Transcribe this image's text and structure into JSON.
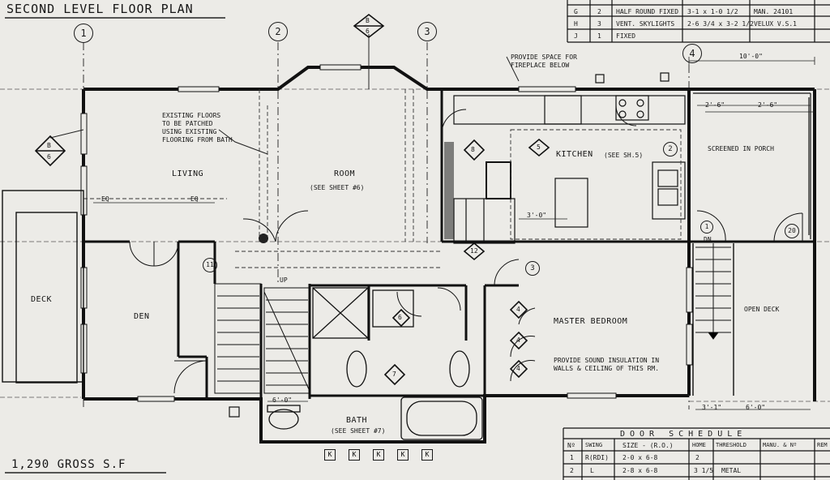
{
  "title": "SECOND LEVEL FLOOR PLAN",
  "gross_area": "1,290 GROSS S.F",
  "grid_markers": [
    "1",
    "2",
    "3",
    "4"
  ],
  "rooms": {
    "living": "LIVING",
    "room": "ROOM",
    "room_note": "(SEE SHEET #6)",
    "kitchen": "KITCHEN",
    "kitchen_note": "(SEE SH.5)",
    "screened_porch": "SCREENED IN PORCH",
    "deck": "DECK",
    "den": "DEN",
    "master_bedroom": "MASTER BEDROOM",
    "open_deck": "OPEN DECK",
    "bath": "BATH",
    "bath_note": "(SEE SHEET #7)"
  },
  "notes": {
    "existing_floors": "EXISTING FLOORS\nTO BE PATCHED\nUSING EXISTING\nFLOORING FROM BATH",
    "fireplace": "PROVIDE SPACE FOR\nFIREPLACE BELOW",
    "sound": "PROVIDE SOUND INSULATION IN\nWALLS & CEILING OF THIS RM.",
    "dim_top": "10'-0\"",
    "dim_porch_a": "2'-6\"",
    "dim_porch_b": "2'-6\"",
    "dim_kitchen": "3'-0\"",
    "dim_bath": "6'-0\"",
    "dim_bed_a": "3'-1\"",
    "dim_bed_b": "6'-0\"",
    "eq": "EQ",
    "up": "UP",
    "dn": "DN"
  },
  "callouts": {
    "section_b": "B",
    "section_6": "6",
    "kitchen_5": "5",
    "bath_7": "7",
    "porch_2": "2",
    "bed_3": "3",
    "stair_1": "1",
    "door_11": "11",
    "door_20": "20",
    "door_12": "12",
    "door_8": "8",
    "door_6": "6",
    "door_4": "4"
  },
  "k_tags": [
    "K",
    "K",
    "K",
    "K",
    "K"
  ],
  "top_schedule": {
    "rows": [
      [
        "G",
        "2",
        "HALF ROUND FIXED",
        "3-1 x 1-0 1/2",
        "MAN. 24101"
      ],
      [
        "H",
        "3",
        "VENT. SKYLIGHTS",
        "2-6 3/4 x 3-2 1/2",
        "VELUX V.S.1"
      ],
      [
        "J",
        "1",
        "FIXED",
        "",
        ""
      ]
    ]
  },
  "door_schedule": {
    "title": "DOOR SCHEDULE",
    "headers": [
      "Nº",
      "SWING",
      "SIZE - (R.O.)",
      "HOME",
      "THRESHOLD",
      "MANU. & Nº",
      "REM"
    ],
    "rows": [
      [
        "1",
        "R(RDI)",
        "2-0 x 6-8",
        "2",
        "",
        "",
        ""
      ],
      [
        "2",
        "L",
        "2-8 x 6-8",
        "3 1/5",
        "METAL",
        "",
        ""
      ]
    ]
  }
}
